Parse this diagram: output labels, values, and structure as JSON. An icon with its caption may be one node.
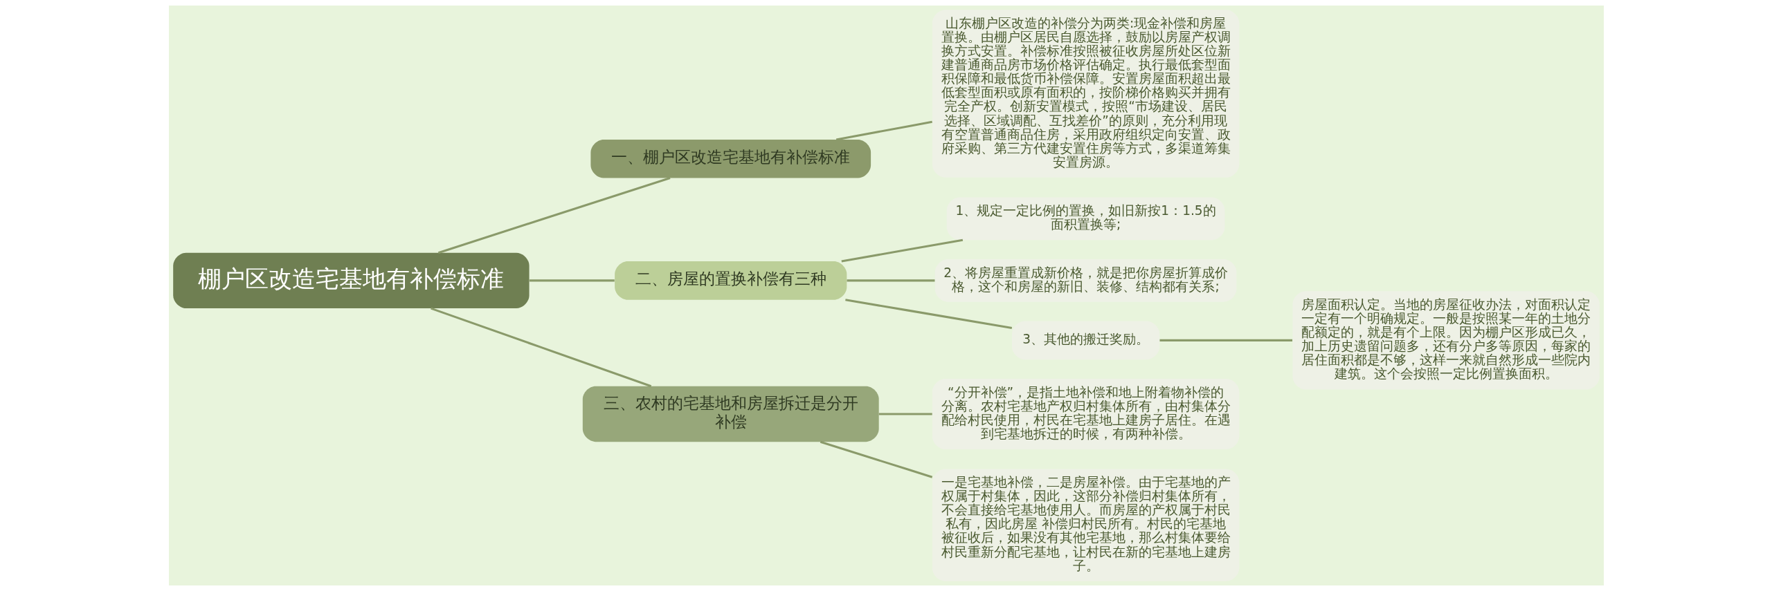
{
  "diagram": {
    "nodes": [
      {
        "text": [
          "棚户区改造宅基地有补偿标准"
        ]
      },
      {
        "text": [
          "一、棚户区改造宅基地有补偿标准"
        ]
      },
      {
        "text": [
          "山东棚户区改造的补偿分为两类:现金补偿和房屋置换。由棚户区居民自愿选择，鼓励以房屋产权调换方式安置。补偿标准按照被征收房屋所处区位新建普通商品房市场价格评估确定。执行最低套型面积保障和最低货币补偿保障。安置房屋面积超出最低套型面积或原有面积的，按阶梯价格购买并拥有完全产权。创新安置模式，按照“市场建设、居民选择、区域调配、互找差价”的原则，充分利用现有空置普通商品住房，采用政府组织定向安置、政府采购、第三方代建安置住房等方式，多渠道筹集安置房源。"
        ]
      },
      {
        "text": [
          "二、房屋的置换补偿有三种"
        ]
      },
      {
        "text": [
          "1、规定一定比例的置换，如旧新按1：1.5的面积置换等;"
        ]
      },
      {
        "text": [
          "2、将房屋重置成新价格，就是把你房屋折算成价格，这个和房屋的新旧、装修、结构都有关系;"
        ]
      },
      {
        "text": [
          "3、其他的搬迁奖励。"
        ]
      },
      {
        "text": [
          "房屋面积认定。当地的房屋征收办法，对面积认定一定有一个明确规定。一般是按照某一年的土地分配额定的，就是有个上限。因为棚户区形成已久，加上历史遗留问题多，还有分户多等原因，每家的居住面积都是不够，这样一来就自然形成一些院内建筑。这个会按照一定比例置换面积。"
        ]
      },
      {
        "text": [
          "三、农村的宅基地和房屋拆迁是分开补偿"
        ]
      },
      {
        "text": [
          "“分开补偿”，是指土地补偿和地上附着物补偿的分离。农村宅基地产权归村集体所有，由村集体分配给村民使用，村民在宅基地上建房子居住。在遇到宅基地拆迁的时候，有两种补偿。"
        ]
      },
      {
        "text": [
          "一是宅基地补偿，二是房屋补偿。由于宅基地的产权属于村集体，因此，这部分补偿归村集体所有，不会直接给宅基地使用人。而房屋的产权属于村民私有，因此房屋 补偿归村民所有。村民的宅基地被征收后，如果没有其他宅基地，那么村集体要给村民重新分配宅基地，让村民在新的宅基地上建房子。"
        ]
      }
    ],
    "edges": [
      {
        "from": 0,
        "to": 1,
        "arrow": "none"
      },
      {
        "from": 1,
        "to": 2,
        "arrow": "none"
      },
      {
        "from": 0,
        "to": 3,
        "arrow": "none"
      },
      {
        "from": 3,
        "to": 4,
        "arrow": "none"
      },
      {
        "from": 3,
        "to": 5,
        "arrow": "none"
      },
      {
        "from": 3,
        "to": 6,
        "arrow": "none"
      },
      {
        "from": 6,
        "to": 7,
        "arrow": "none"
      },
      {
        "from": 0,
        "to": 8,
        "arrow": "none"
      },
      {
        "from": 8,
        "to": 9,
        "arrow": "none"
      },
      {
        "from": 8,
        "to": 10,
        "arrow": "none"
      }
    ]
  }
}
